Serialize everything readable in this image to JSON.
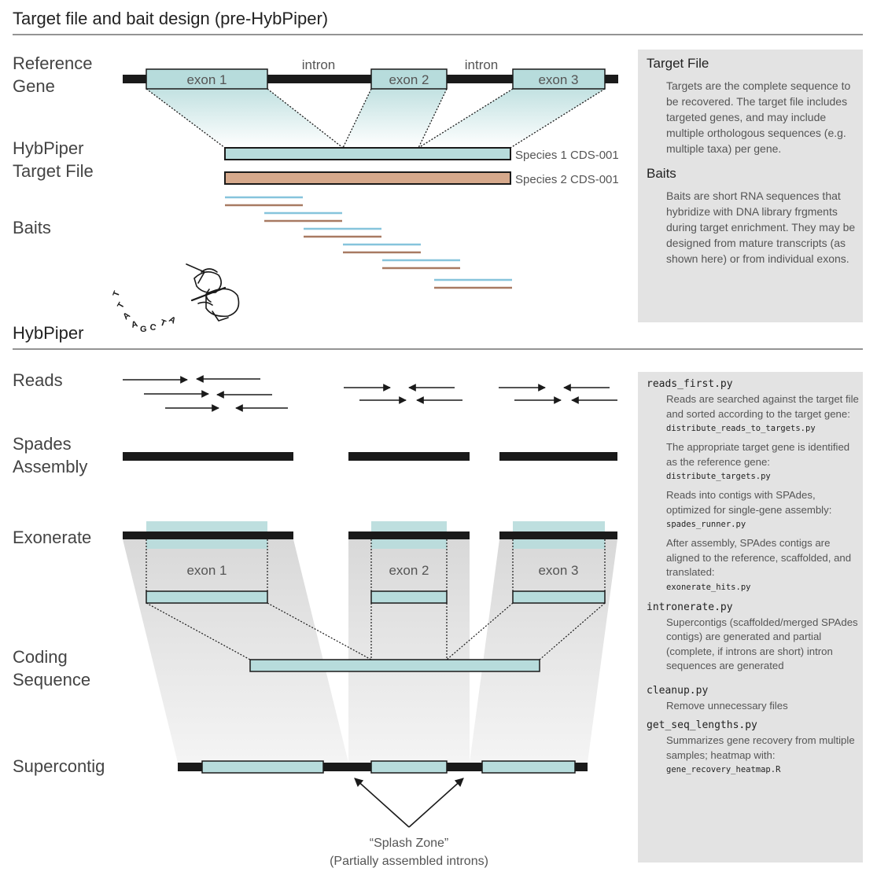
{
  "sections": {
    "top_title": "Target file and bait design (pre-HybPiper)",
    "bottom_title": "HybPiper"
  },
  "row_labels": {
    "reference_gene": [
      "Reference",
      "Gene"
    ],
    "target_file": [
      "HybPiper",
      "Target File"
    ],
    "baits": "Baits",
    "reads": "Reads",
    "spades": [
      "Spades",
      "Assembly"
    ],
    "exonerate": "Exonerate",
    "coding_sequence": [
      "Coding",
      "Sequence"
    ],
    "supercontig": "Supercontig"
  },
  "diagram": {
    "exon1": "exon 1",
    "exon2": "exon 2",
    "exon3": "exon 3",
    "intron1": "intron",
    "intron2": "intron",
    "species1": "Species 1 CDS-001",
    "species2": "Species 2 CDS-001",
    "splash_title": "“Splash Zone”",
    "splash_sub": "(Partially assembled introns)",
    "sequence_letters": "TTAAGCTA"
  },
  "colors": {
    "exon_fill": "#b7dcdc",
    "species2_fill": "#d6a98c",
    "bait_blue": "#86c4dc",
    "bait_brown": "#a87a62",
    "panel_bg": "#e3e3e3",
    "bar": "#1a1a1a"
  },
  "panel_top": {
    "target_file_title": "Target File",
    "target_file_body": "Targets are the complete sequence to be recovered. The target file includes targeted genes, and may include multiple orthologous sequences (e.g. multiple taxa) per gene.",
    "baits_title": "Baits",
    "baits_body": "Baits are short RNA sequences that hybridize with DNA library frgments during target enrichment. They may be designed from mature transcripts (as shown here) or from individual exons."
  },
  "panel_bottom": {
    "reads_first_title": "reads_first.py",
    "reads_first_body": "Reads are searched against the target file and sorted according to the target gene:",
    "distribute_reads_code": "distribute_reads_to_targets.py",
    "targets_body": "The appropriate target gene is identified as the reference gene:",
    "distribute_targets_code": "distribute_targets.py",
    "spades_body": "Reads into contigs with SPAdes, optimized for single-gene assembly:",
    "spades_code": "spades_runner.py",
    "exonerate_body": "After assembly, SPAdes contigs are aligned to the reference, scaffolded, and translated:",
    "exonerate_code": "exonerate_hits.py",
    "intronerate_title": "intronerate.py",
    "intronerate_body": "Supercontigs (scaffolded/merged SPAdes contigs) are generated and partial (complete, if introns are short) intron sequences are generated",
    "cleanup_title": "cleanup.py",
    "cleanup_body": "Remove unnecessary files",
    "seq_lengths_title": "get_seq_lengths.py",
    "seq_lengths_body": "Summarizes gene recovery from multiple samples; heatmap with:",
    "heatmap_code": "gene_recovery_heatmap.R"
  }
}
